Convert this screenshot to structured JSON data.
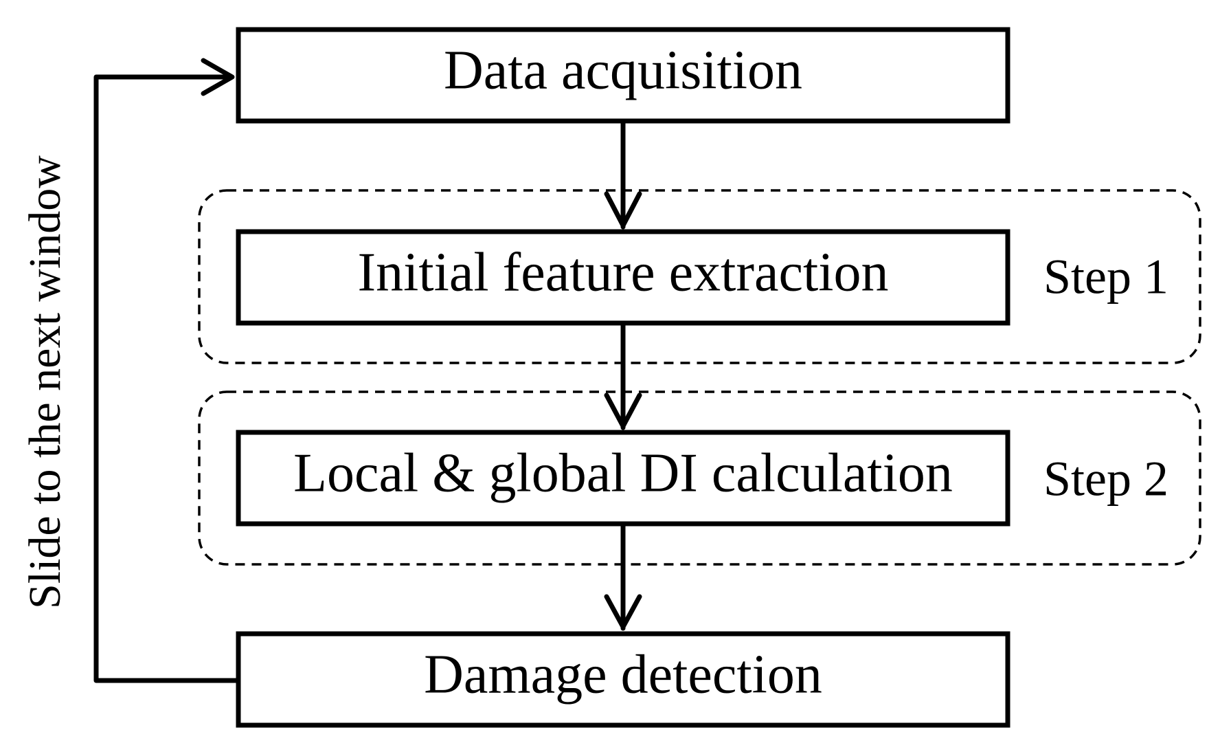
{
  "diagram": {
    "boxes": {
      "data_acquisition": "Data acquisition",
      "initial_feature_extraction": "Initial feature extraction",
      "di_calculation": "Local & global DI calculation",
      "damage_detection": "Damage detection"
    },
    "steps": {
      "step1": "Step 1",
      "step2": "Step 2"
    },
    "loop_label": "Slide to the next window"
  }
}
